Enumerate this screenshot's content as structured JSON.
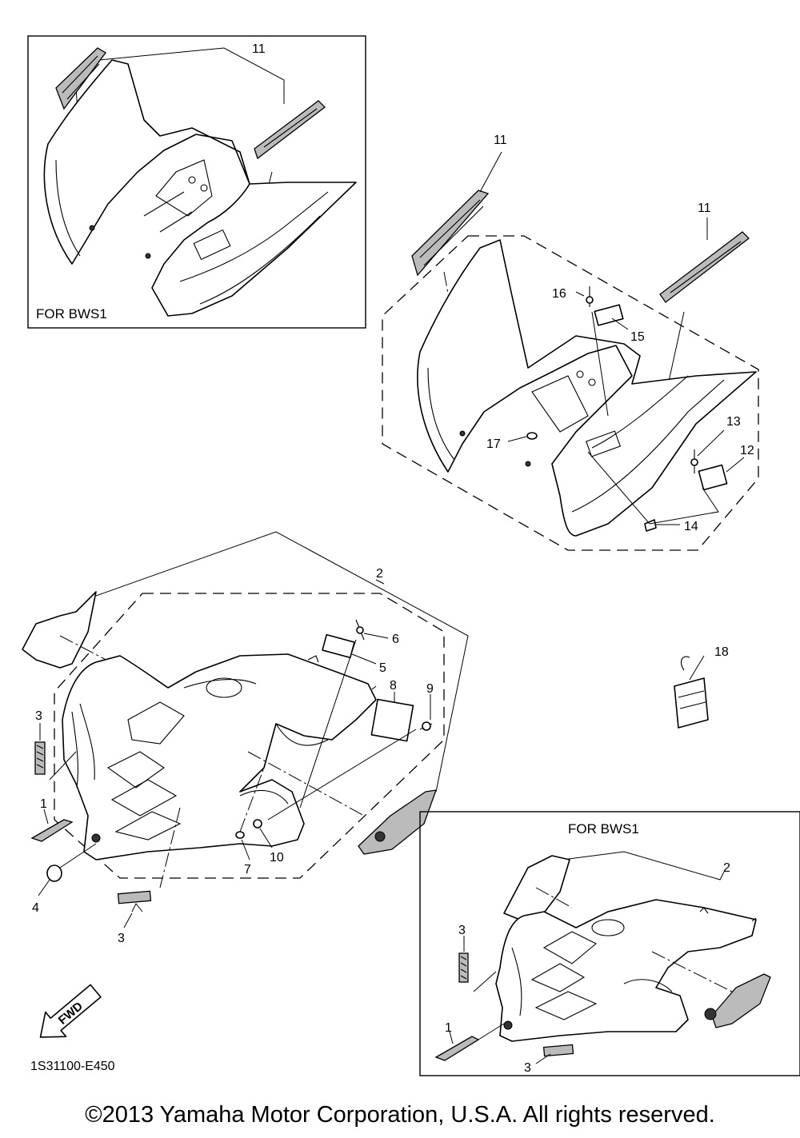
{
  "frames": {
    "top_left_label": "FOR BWS1",
    "bottom_right_label": "FOR BWS1"
  },
  "callouts": {
    "c1_main": "1",
    "c1_bws1": "1",
    "c2_main": "2",
    "c2_bws1": "2",
    "c3_main_upper": "3",
    "c3_main_lower": "3",
    "c3_bws1_upper": "3",
    "c3_bws1_lower": "3",
    "c4": "4",
    "c5": "5",
    "c6": "6",
    "c7": "7",
    "c8": "8",
    "c9": "9",
    "c10": "10",
    "c11_bws1": "11",
    "c11_left": "11",
    "c11_right": "11",
    "c12": "12",
    "c13": "13",
    "c14": "14",
    "c15": "15",
    "c16": "16",
    "c17": "17",
    "c18": "18"
  },
  "fwd_label": "FWD",
  "drawing_number": "1S31100-E450",
  "copyright": "©2013 Yamaha Motor Corporation, U.S.A. All rights reserved."
}
